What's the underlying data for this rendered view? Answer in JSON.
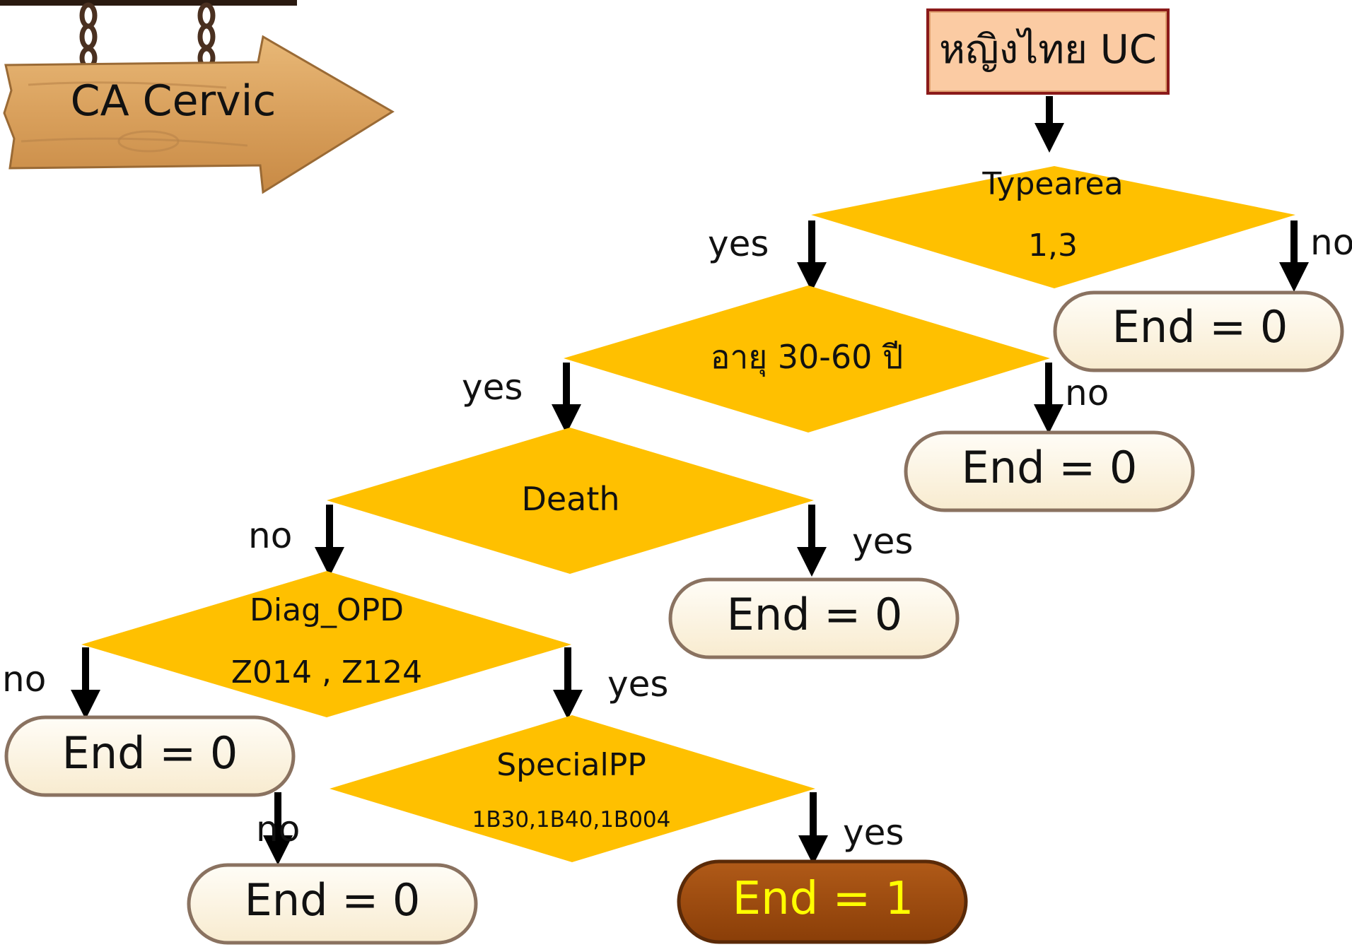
{
  "sign": {
    "label": "CA Cervic"
  },
  "start": {
    "label": "หญิงไทย UC"
  },
  "decisions": {
    "typearea": {
      "line1": "Typearea",
      "line2": "1,3"
    },
    "age": {
      "line1": "อายุ 30-60 ปี"
    },
    "death": {
      "line1": "Death"
    },
    "diag_opd": {
      "line1": "Diag_OPD",
      "line2": "Z014 , Z124"
    },
    "specialpp": {
      "line1": "SpecialPP",
      "line2": "1B30,1B40,1B004"
    }
  },
  "edge_labels": {
    "typearea_yes": "yes",
    "typearea_no": "no",
    "age_yes": "yes",
    "age_no": "no",
    "death_no": "no",
    "death_yes": "yes",
    "diag_no": "no",
    "diag_yes": "yes",
    "special_no": "no",
    "special_yes": "yes"
  },
  "ends": {
    "typearea_no": "End = 0",
    "age_no": "End = 0",
    "death_yes": "End = 0",
    "diag_no": "End = 0",
    "special_no": "End = 0",
    "special_yes": "End = 1"
  },
  "colors": {
    "decision_fill": "#FFC000",
    "start_fill": "#FBCBA3",
    "start_border": "#C0392B",
    "end_fill": "#FDF4E0",
    "end_final_fill": "#9C4A0E",
    "end_final_text": "#FFFF00",
    "sign_wood": "#D9A463",
    "arrow": "#000000"
  }
}
